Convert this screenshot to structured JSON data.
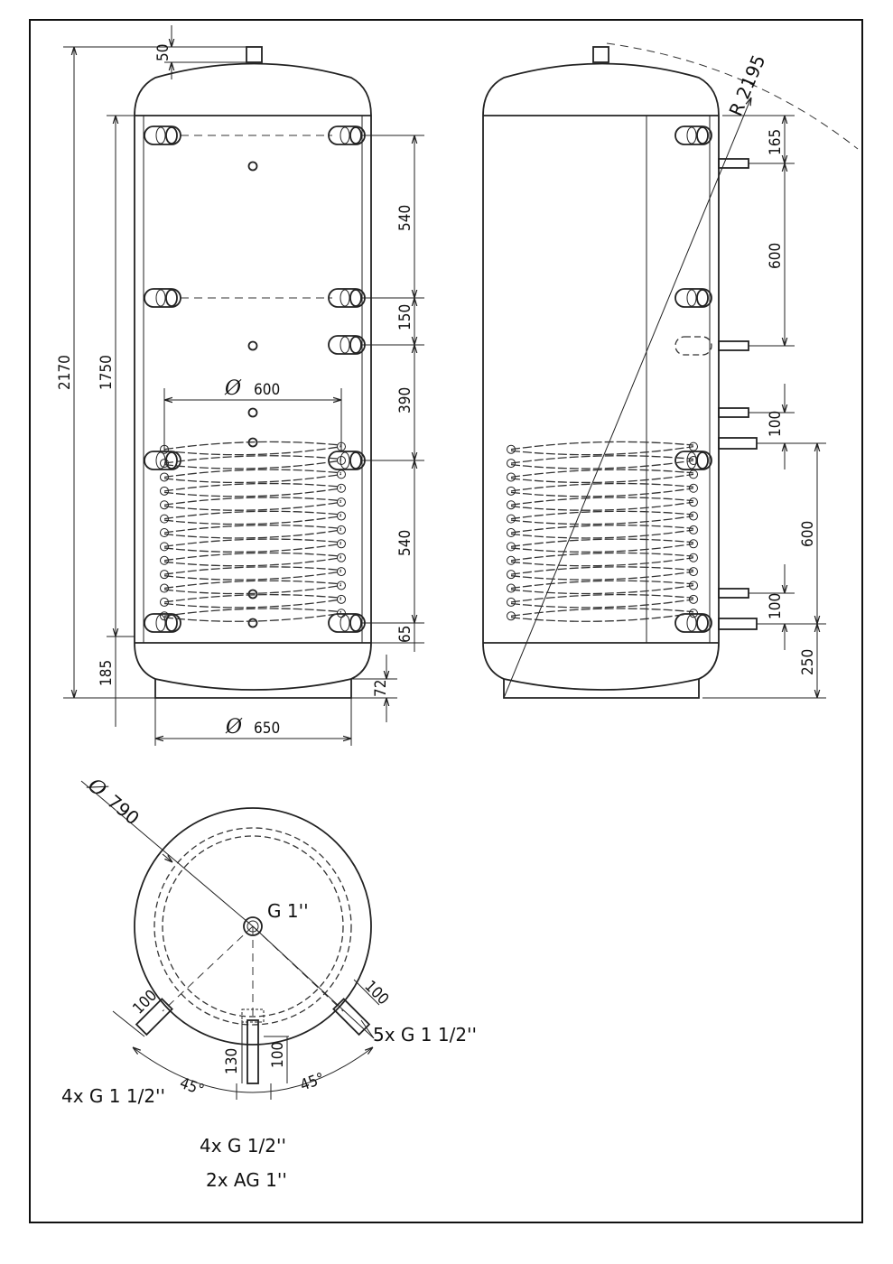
{
  "dims": {
    "nozzle_top": "50",
    "total_height": "2170",
    "shell_height": "1750",
    "bottom_height": "185",
    "leg_height": "72",
    "inner_diameter": "600",
    "outer_diameter": "650",
    "body_diameter": "790",
    "tilt_radius": "2195",
    "spacing_540_upper": "540",
    "spacing_150": "150",
    "spacing_390": "390",
    "spacing_540_lower": "540",
    "spacing_65": "65",
    "right_165": "165",
    "right_600_upper": "600",
    "right_100_upper": "100",
    "right_600_lower": "600",
    "right_100_lower": "100",
    "right_250": "250",
    "top_100_left": "100",
    "top_100_right": "100",
    "top_130": "130",
    "top_100_center": "100",
    "angle_left": "45°",
    "angle_right": "45°"
  },
  "symbols": {
    "diameter": "Ø",
    "radius": "R"
  },
  "labels": {
    "g1": "G 1''",
    "right_conn": "5x G 1 1/2''",
    "left_conn": "4x G 1 1/2''",
    "bottom_conn_1": "4x G 1/2''",
    "bottom_conn_2": "2x AG 1''"
  }
}
